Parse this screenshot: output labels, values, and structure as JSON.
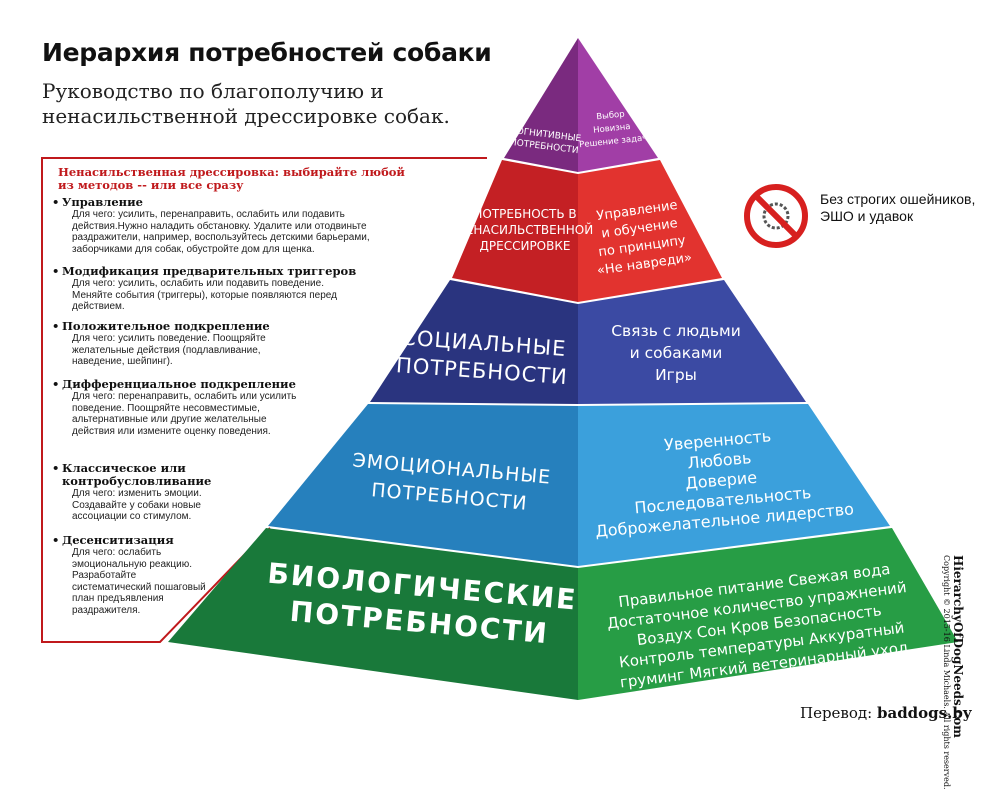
{
  "title": "Иерархия потребностей собаки",
  "subtitle_lines": [
    "Руководство по благополучию и",
    "ненасильственной дрессировке собак."
  ],
  "panel": {
    "title": "Ненасильственная дрессировка: выбирайте любой из методов -- или все сразу",
    "items": [
      {
        "head": "Управление",
        "desc": "Для чего: усилить, перенаправить, ослабить или подавить действия.Нужно наладить обстановку. Удалите или отодвиньте раздражители, например, воспользуйтесь детскими барьерами, заборчиками для собак, обустройте дом для щенка."
      },
      {
        "head": "Модификация предварительных триггеров",
        "desc": "Для чего: усилить, ослабить или подавить поведение. Меняйте события (триггеры), которые появляются перед действием."
      },
      {
        "head": "Положительное подкрепление",
        "desc": "Для чего: усилить поведение. Поощряйте желательные действия (подлавливание, наведение, шейпинг)."
      },
      {
        "head": "Дифференциальное подкрепление",
        "desc": "Для чего: перенаправить, ослабить или усилить поведение. Поощряйте несовместимые, альтернативные или другие желательные действия или измените оценку поведения."
      },
      {
        "head": "Классическое или контробусловливание",
        "desc": "Для чего: изменить эмоции. Создавайте у собаки новые ассоциации со стимулом."
      },
      {
        "head": "Десенситизация",
        "desc": "Для чего: ослабить эмоциональную реакцию. Разработайте систематический пошаговый план предъявления раздражителя."
      }
    ]
  },
  "pyramid": {
    "tier1": {
      "left": [
        "КОГНИТИВНЫЕ",
        "ПОТРЕБНОСТИ"
      ],
      "right": [
        "Выбор",
        "Новизна",
        "Решение задач"
      ],
      "color": "#8e2c8e"
    },
    "tier2": {
      "left": [
        "ПОТРЕБНОСТЬ В",
        "НЕНАСИЛЬСТВЕННОЙ",
        "ДРЕССИРОВКЕ"
      ],
      "right": [
        "Управление",
        "и обучение",
        "по принципу",
        "«Не навреди»"
      ],
      "color": "#d42a27"
    },
    "tier3": {
      "left": [
        "СОЦИАЛЬНЫЕ",
        "ПОТРЕБНОСТИ"
      ],
      "right": [
        "Связь с людьми",
        "и собаками",
        "Игры"
      ],
      "color": "#2e3b8f"
    },
    "tier4": {
      "left": [
        "ЭМОЦИОНАЛЬНЫЕ",
        "ПОТРЕБНОСТИ"
      ],
      "right": [
        "Уверенность",
        "Любовь",
        "Доверие",
        "Последовательность",
        "Доброжелательное лидерство"
      ],
      "color": "#2c8fcf"
    },
    "tier5": {
      "left": [
        "БИОЛОГИЧЕСКИЕ",
        "ПОТРЕБНОСТИ"
      ],
      "right": [
        "Правильное питание  Свежая вода",
        "Достаточное количество упражнений",
        "Воздух  Сон  Кров   Безопасность",
        "Контроль температуры    Аккуратный",
        "груминг   Мягкий ветеринарный уход"
      ],
      "color": "#1f8a3a"
    }
  },
  "no_sign_label": "Без строгих ошейников, ЭШО и удавок",
  "side": {
    "site": "HierarchyOfDogNeeds.com",
    "copyright": "Copyright © 2015-16 Linda Michaels. All rights reserved."
  },
  "footer": {
    "label": "Перевод:",
    "site": "baddogs.by"
  }
}
